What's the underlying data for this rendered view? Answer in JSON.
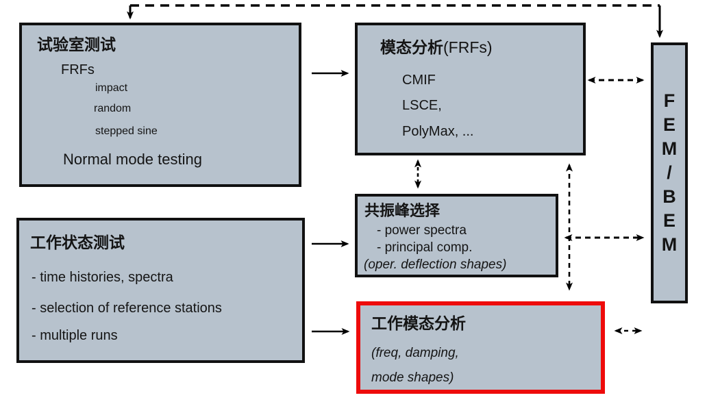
{
  "diagram": {
    "colors": {
      "box_fill": "#b7c2cd",
      "box_border": "#111111",
      "highlight_border": "#ee0b0b",
      "connector": "#000000",
      "background": "#ffffff"
    },
    "boxes": {
      "lab_test": {
        "title": "试验室测试",
        "line1": "FRFs",
        "line2": "impact",
        "line3": "random",
        "line4": "stepped sine",
        "line5": "Normal mode testing"
      },
      "modal_analysis": {
        "title_bold": "模态分析",
        "title_suffix": "(FRFs)",
        "line1": "CMIF",
        "line2": "LSCE,",
        "line3": "PolyMax, ..."
      },
      "resonance_selection": {
        "title": "共振峰选择",
        "line1": "- power spectra",
        "line2": "- principal comp.",
        "line3": "(oper. deflection shapes)"
      },
      "operational_test": {
        "title": "工作状态测试",
        "line1": "- time histories, spectra",
        "line2": "- selection of reference stations",
        "line3": "- multiple runs"
      },
      "operational_modal_analysis": {
        "title": "工作模态分析",
        "line1": "(freq, damping,",
        "line2": "mode shapes)"
      },
      "fem_bem": {
        "letters": [
          "F",
          "E",
          "M",
          "/",
          "B",
          "E",
          "M"
        ]
      }
    }
  }
}
